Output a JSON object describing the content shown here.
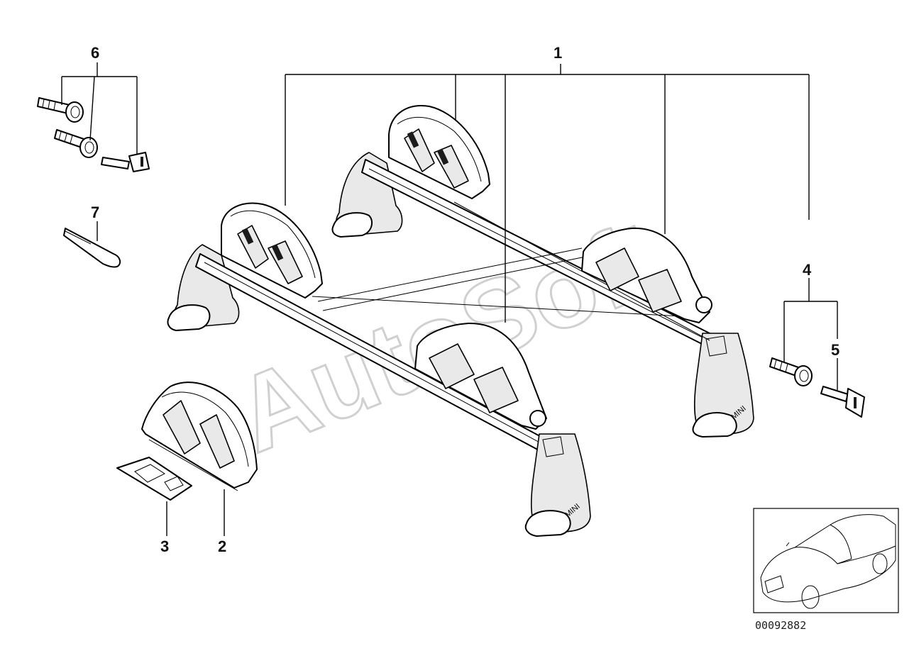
{
  "diagram": {
    "callouts": {
      "c1": "1",
      "c2": "2",
      "c3": "3",
      "c4": "4",
      "c5": "5",
      "c6": "6",
      "c7": "7"
    },
    "watermark": "AutoSoft",
    "rack_brand_front": "MINI",
    "rack_brand_rear": "MINI",
    "document_number": "00092882"
  },
  "colors": {
    "line": "#000000",
    "part_fill": "#ffffff",
    "shade": "#e9e9e9",
    "watermark_outline": "#c8c8c8"
  }
}
